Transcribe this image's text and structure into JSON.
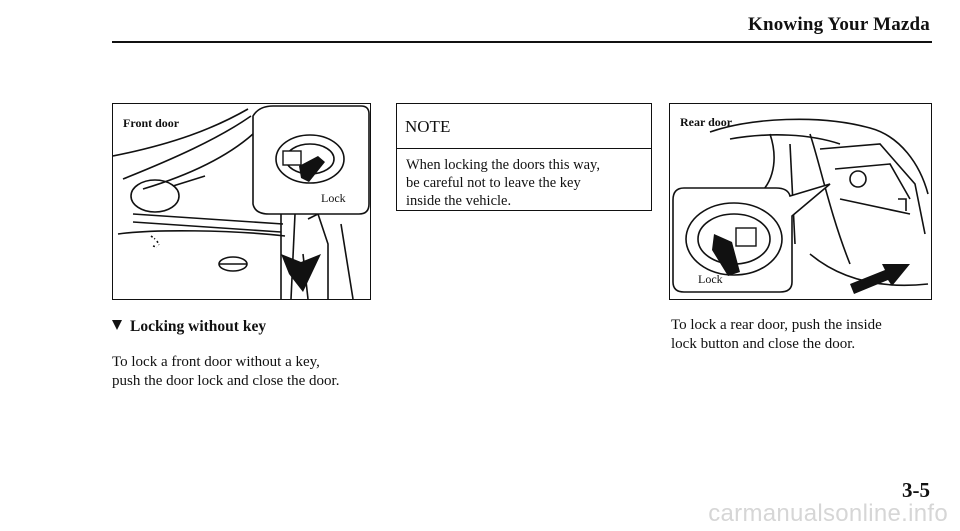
{
  "header": {
    "title": "Knowing Your Mazda"
  },
  "figures": {
    "front": {
      "label": "Front door",
      "lock_label": "Lock"
    },
    "rear": {
      "label": "Rear door",
      "lock_label": "Lock"
    }
  },
  "note": {
    "title": "NOTE",
    "lines": [
      "When locking the doors this way,",
      "be careful not to leave the key",
      "inside the vehicle."
    ]
  },
  "section": {
    "heading": "Locking without key",
    "front_text_lines": [
      "To lock a front door without a key,",
      "push the door lock and close the door."
    ],
    "rear_text_lines": [
      "To lock a rear door, push the inside",
      "lock button and close the door."
    ]
  },
  "page_number": "3-5",
  "watermark": "carmanualsonline.info"
}
